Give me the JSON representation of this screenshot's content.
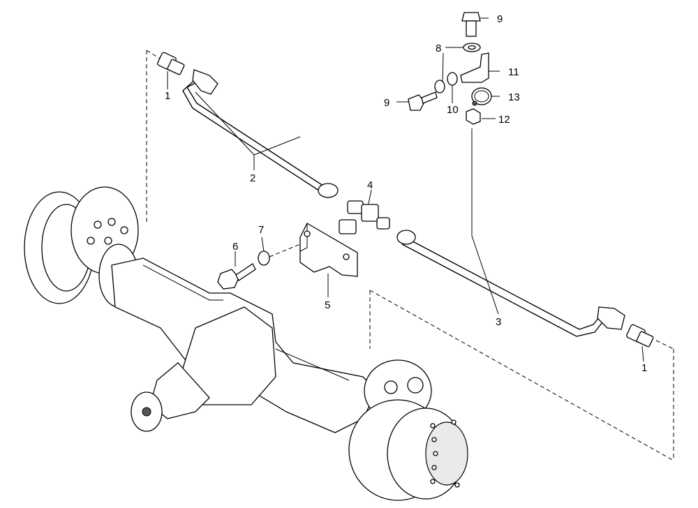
{
  "callouts": [
    {
      "id": "c1a",
      "label": "1"
    },
    {
      "id": "c1b",
      "label": "1"
    },
    {
      "id": "c2",
      "label": "2"
    },
    {
      "id": "c3",
      "label": "3"
    },
    {
      "id": "c4",
      "label": "4"
    },
    {
      "id": "c5",
      "label": "5"
    },
    {
      "id": "c6",
      "label": "6"
    },
    {
      "id": "c7",
      "label": "7"
    },
    {
      "id": "c8",
      "label": "8"
    },
    {
      "id": "c9a",
      "label": "9"
    },
    {
      "id": "c9b",
      "label": "9"
    },
    {
      "id": "c10",
      "label": "10"
    },
    {
      "id": "c11",
      "label": "11"
    },
    {
      "id": "c12",
      "label": "12"
    },
    {
      "id": "c13",
      "label": "13"
    }
  ]
}
